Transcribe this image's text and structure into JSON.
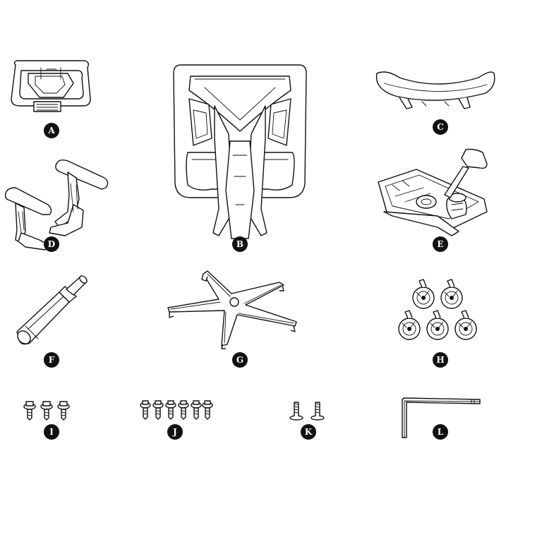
{
  "colors": {
    "line": "#111111",
    "label_bg": "#111111",
    "label_text": "#ffffff"
  },
  "parts": [
    {
      "id": "A",
      "label": "A",
      "icon": "headrest-icon"
    },
    {
      "id": "B",
      "label": "B",
      "icon": "backrest-icon"
    },
    {
      "id": "C",
      "label": "C",
      "icon": "seat-icon"
    },
    {
      "id": "D",
      "label": "D",
      "icon": "armrests-icon"
    },
    {
      "id": "E",
      "label": "E",
      "icon": "seat-mechanism-icon"
    },
    {
      "id": "F",
      "label": "F",
      "icon": "gas-lift-icon"
    },
    {
      "id": "G",
      "label": "G",
      "icon": "star-base-icon"
    },
    {
      "id": "H",
      "label": "H",
      "icon": "casters-icon",
      "count": 5
    },
    {
      "id": "I",
      "label": "I",
      "icon": "screw-set-i-icon",
      "count": 3
    },
    {
      "id": "J",
      "label": "J",
      "icon": "screw-set-j-icon",
      "count": 6
    },
    {
      "id": "K",
      "label": "K",
      "icon": "bolt-set-k-icon",
      "count": 2
    },
    {
      "id": "L",
      "label": "L",
      "icon": "allen-key-icon"
    }
  ]
}
